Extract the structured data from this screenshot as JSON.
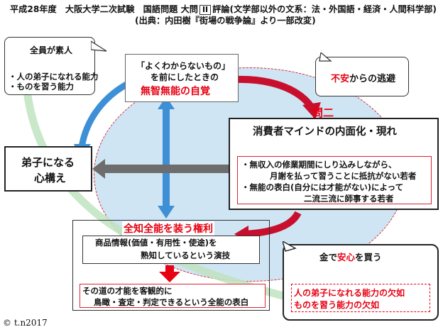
{
  "header": {
    "line1_pre": "平成28年度　大阪大学二次試験　国語問題 大問",
    "roman": "II",
    "line1_post": "評論(文学部以外の文系：法・外国語・経済・人間科学部)",
    "line2": "(出典：内田樹『街場の戦争論』より一部改変)"
  },
  "callout_topleft": {
    "title": "全員が素人",
    "line1": "・人の弟子になれる能力",
    "line2": "・ものを習う能力"
  },
  "center_box": {
    "line1": "「よくわからないもの」",
    "line2": "を前にしたときの",
    "line3": "無智無能の自覚"
  },
  "callout_anxiety": {
    "red": "不安",
    "rest": "からの逃避"
  },
  "mondai": "問二",
  "consumer_box": {
    "title": "消費者マインドの内面化・現れ",
    "l1": "・無収入の修業期間にしり込みしながら、",
    "l2": "月謝を払って習うことに抵抗がない若者",
    "l3": "・無能の表白(自分には才能がない)によって",
    "l4": "二流三流に師事する若者"
  },
  "disciple_box": {
    "line1": "弟子になる",
    "line2": "心構え"
  },
  "omnipotence": {
    "title": "全知全能を装う権利",
    "info1": "商品情報(価値・有用性・使途)を",
    "info2": "熟知しているという演技",
    "talent1": "その道の才能を客観的に",
    "talent2": "鳥瞰・査定・判定できるという全能の表白"
  },
  "security_box": {
    "pre": "金で",
    "red": "安心",
    "post": "を買う",
    "l1": "人の弟子になれる能力の欠如",
    "l2": "ものを習う能力の欠如"
  },
  "credit": "© t.n2017",
  "colors": {
    "ellipse": "#cfe5f4",
    "red": "#e60012",
    "blue_arrow": "#3d8fd6",
    "green_arrow": "#bfe3bf",
    "gray_arrow": "#6d6d6d"
  }
}
